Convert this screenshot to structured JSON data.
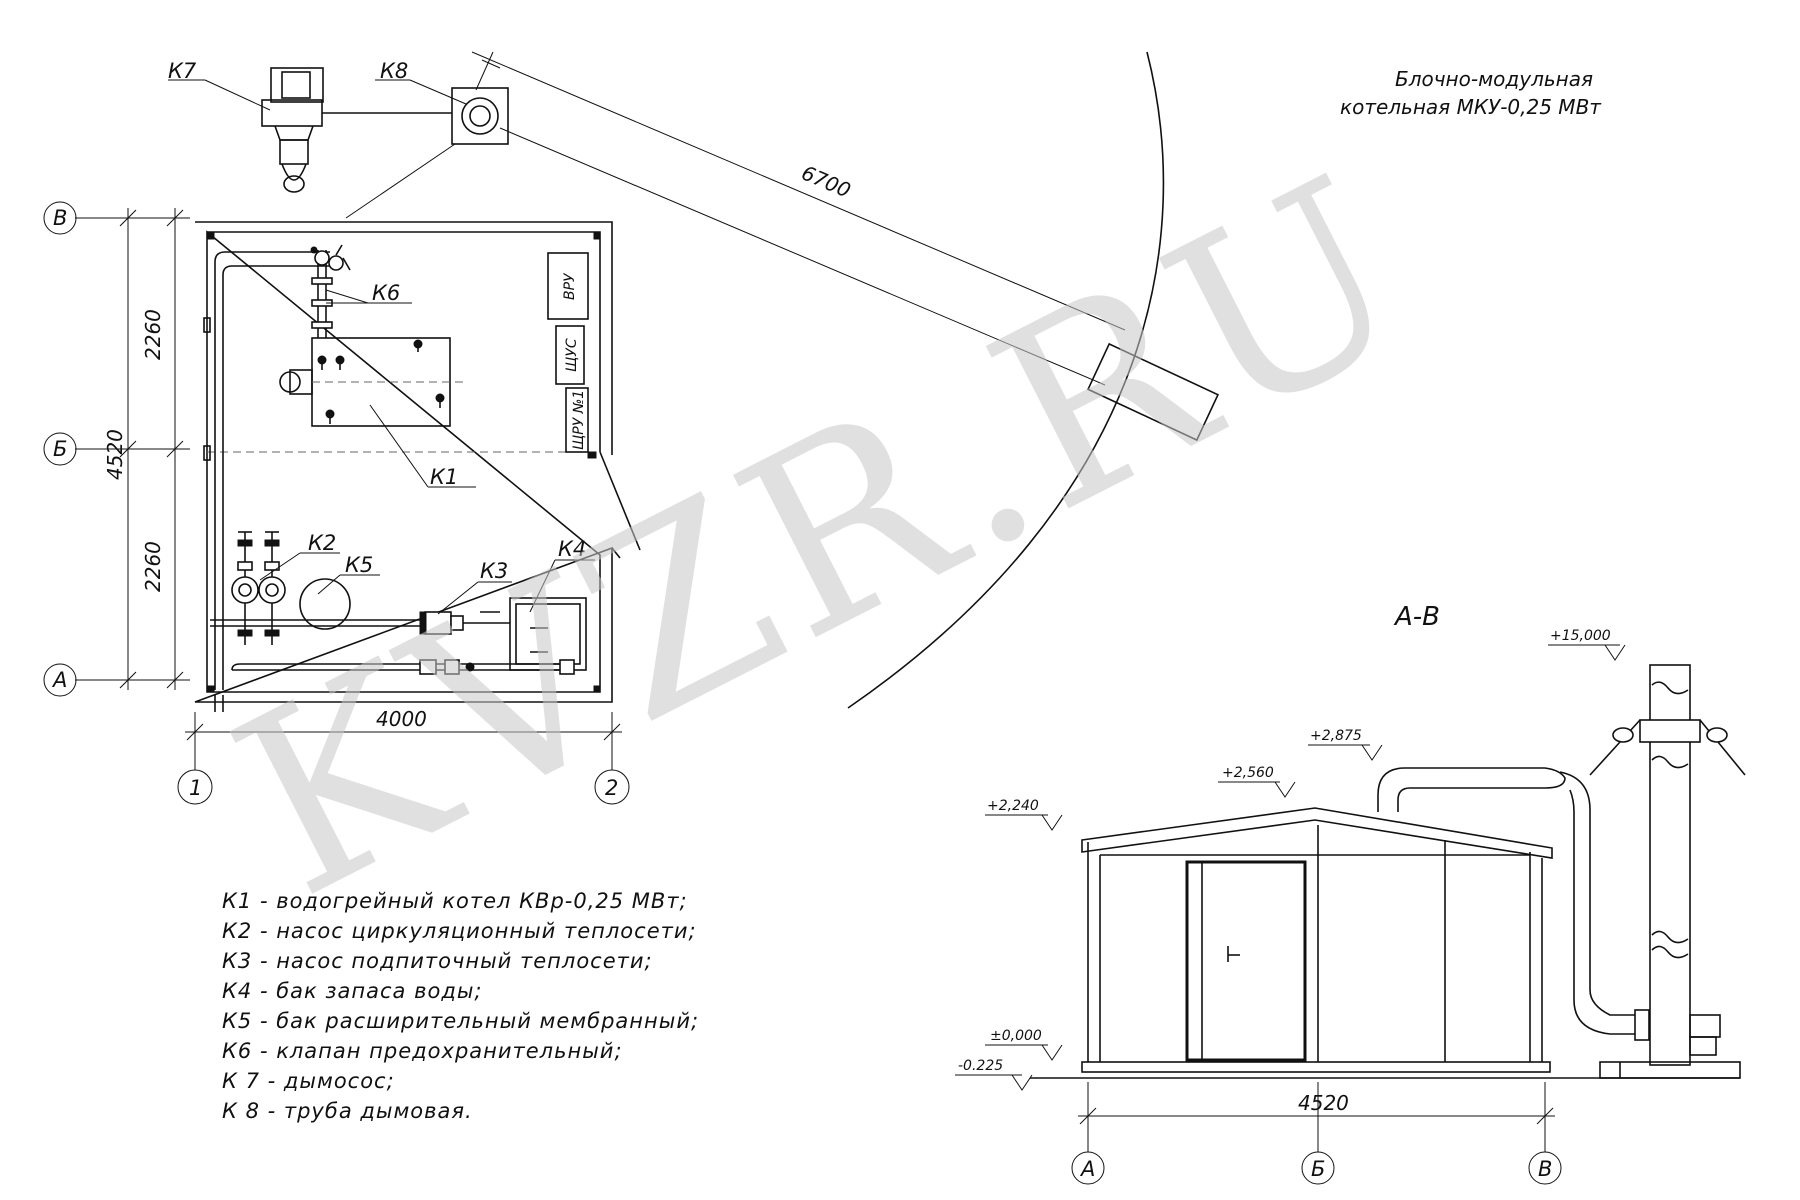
{
  "title": {
    "line1": "Блочно-модульная",
    "line2": "котельная МКУ-0,25 МВт"
  },
  "watermark": "KVZR.RU",
  "components": {
    "k1": "К1",
    "k2": "К2",
    "k3": "К3",
    "k4": "К4",
    "k5": "К5",
    "k6": "К6",
    "k7": "К7",
    "k8": "К8"
  },
  "panels": {
    "vru": "ВРУ",
    "shus": "ЩУС",
    "shru": "ЩРУ №1"
  },
  "plan": {
    "axes": {
      "v": "В",
      "b": "Б",
      "a": "А",
      "one": "1",
      "two": "2"
    },
    "dims": {
      "total_height": "4520",
      "upper": "2260",
      "lower": "2260",
      "width": "4000",
      "chimney": "6700"
    }
  },
  "section": {
    "title": "А-В",
    "levels": [
      "+15,000",
      "+2,875",
      "+2,560",
      "+2,240",
      "±0,000",
      "-0.225"
    ],
    "width": "4520",
    "axes": {
      "a": "А",
      "b": "Б",
      "v": "В"
    }
  },
  "legend": [
    "К1 - водогрейный котел КВр-0,25 МВт;",
    "К2 - насос циркуляционный теплосети;",
    "К3 - насос подпиточный теплосети;",
    "К4 - бак запаса воды;",
    "К5 - бак расширительный мембранный;",
    "К6 - клапан предохранительный;",
    "К 7 - дымосос;",
    "К 8 - труба дымовая."
  ]
}
